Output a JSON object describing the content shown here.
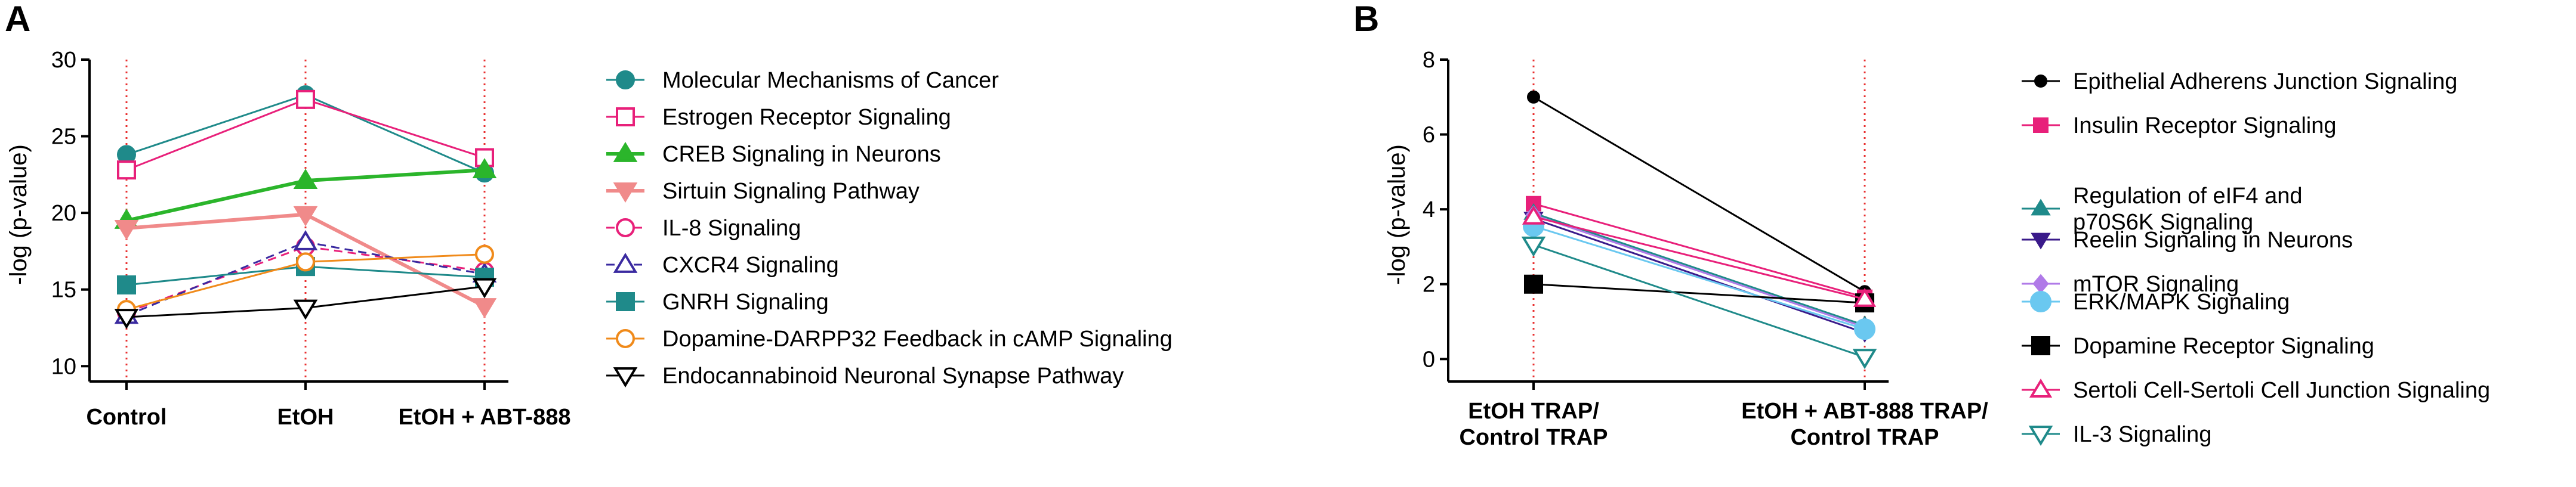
{
  "chart_data": [
    {
      "type": "line",
      "panel_label": "A",
      "categories": [
        "Control",
        "EtOH",
        "EtOH + ABT-888"
      ],
      "ylabel": "-log (p-value)",
      "ylim": [
        9,
        30
      ],
      "yticks": [
        10,
        15,
        20,
        25,
        30
      ],
      "grid": false,
      "reference_lines": "vertical dotted red at each category",
      "legend_position": "right",
      "series": [
        {
          "name": "Molecular Mechanisms of Cancer",
          "values": [
            23.8,
            27.7,
            22.6
          ],
          "color": "#1f8a8a",
          "marker": "circle",
          "filled": true,
          "dash": "solid",
          "width": 3
        },
        {
          "name": "Estrogen Receptor Signaling",
          "values": [
            22.8,
            27.4,
            23.6
          ],
          "color": "#e8207a",
          "marker": "square",
          "filled": false,
          "dash": "solid",
          "width": 3
        },
        {
          "name": "CREB Signaling in Neurons",
          "values": [
            19.5,
            22.1,
            22.8
          ],
          "color": "#2bb52b",
          "marker": "triangle-up",
          "filled": true,
          "dash": "solid",
          "width": 6
        },
        {
          "name": "Sirtuin Signaling Pathway",
          "values": [
            19.0,
            19.9,
            13.9
          ],
          "color": "#f08a8a",
          "marker": "triangle-down",
          "filled": true,
          "dash": "solid",
          "width": 6
        },
        {
          "name": "IL-8 Signaling",
          "values": [
            13.5,
            17.8,
            16.2
          ],
          "color": "#e8207a",
          "marker": "circle",
          "filled": false,
          "dash": "dashed",
          "width": 3
        },
        {
          "name": "CXCR4 Signaling",
          "values": [
            13.3,
            18.1,
            16.0
          ],
          "color": "#3a2aa0",
          "marker": "triangle-up",
          "filled": false,
          "dash": "dashed",
          "width": 3
        },
        {
          "name": "GNRH Signaling",
          "values": [
            15.3,
            16.5,
            15.8
          ],
          "color": "#1f8a8a",
          "marker": "square",
          "filled": true,
          "dash": "solid",
          "width": 3
        },
        {
          "name": "Dopamine-DARPP32 Feedback in cAMP Signaling",
          "values": [
            13.7,
            16.8,
            17.3
          ],
          "color": "#f08a1a",
          "marker": "circle",
          "filled": false,
          "dash": "solid",
          "width": 3
        },
        {
          "name": "Endocannabinoid Neuronal Synapse Pathway",
          "values": [
            13.2,
            13.8,
            15.2
          ],
          "color": "#000000",
          "marker": "triangle-down",
          "filled": false,
          "dash": "solid",
          "width": 3
        }
      ]
    },
    {
      "type": "line",
      "panel_label": "B",
      "categories": [
        "EtOH TRAP/\nControl TRAP",
        "EtOH + ABT-888 TRAP/\nControl TRAP"
      ],
      "ylabel": "-log (p-value)",
      "ylim": [
        -0.6,
        8
      ],
      "yticks": [
        0,
        2,
        4,
        6,
        8
      ],
      "grid": false,
      "reference_lines": "vertical dotted red at each category",
      "legend_position": "right",
      "series": [
        {
          "name": "Epithelial Adherens Junction Signaling",
          "values": [
            7.0,
            1.8
          ],
          "color": "#000000",
          "marker": "circle",
          "filled": true,
          "dash": "solid",
          "width": 3,
          "msize": 9
        },
        {
          "name": "Insulin Receptor Signaling",
          "values": [
            4.15,
            1.65
          ],
          "color": "#e8207a",
          "marker": "square",
          "filled": true,
          "dash": "solid",
          "width": 3,
          "msize": 11
        },
        {
          "name": "Regulation of eIF4 and\np70S6K Signaling",
          "values": [
            3.9,
            0.9
          ],
          "color": "#1f8a8a",
          "marker": "triangle-up",
          "filled": true,
          "dash": "solid",
          "width": 3,
          "msize": 11
        },
        {
          "name": "Reelin Signaling in Neurons",
          "values": [
            3.75,
            0.7
          ],
          "color": "#3a1a8a",
          "marker": "triangle-down",
          "filled": true,
          "dash": "solid",
          "width": 3,
          "msize": 11
        },
        {
          "name": "mTOR Signaling",
          "values": [
            3.85,
            0.85
          ],
          "color": "#b07ae8",
          "marker": "diamond",
          "filled": true,
          "dash": "solid",
          "width": 3,
          "msize": 11
        },
        {
          "name": "ERK/MAPK Signaling",
          "values": [
            3.55,
            0.8
          ],
          "color": "#6ac8f0",
          "marker": "circle",
          "filled": true,
          "dash": "solid",
          "width": 3,
          "msize": 16
        },
        {
          "name": "Dopamine Receptor Signaling",
          "values": [
            2.0,
            1.5
          ],
          "color": "#000000",
          "marker": "square",
          "filled": true,
          "dash": "solid",
          "width": 3,
          "msize": 14
        },
        {
          "name": "Sertoli Cell-Sertoli Cell Junction Signaling",
          "values": [
            3.8,
            1.6
          ],
          "color": "#e8207a",
          "marker": "triangle-up",
          "filled": false,
          "dash": "solid",
          "width": 3,
          "msize": 13
        },
        {
          "name": "IL-3 Signaling",
          "values": [
            3.05,
            0.05
          ],
          "color": "#1f8a8a",
          "marker": "triangle-down",
          "filled": false,
          "dash": "solid",
          "width": 3,
          "msize": 14
        }
      ]
    }
  ]
}
